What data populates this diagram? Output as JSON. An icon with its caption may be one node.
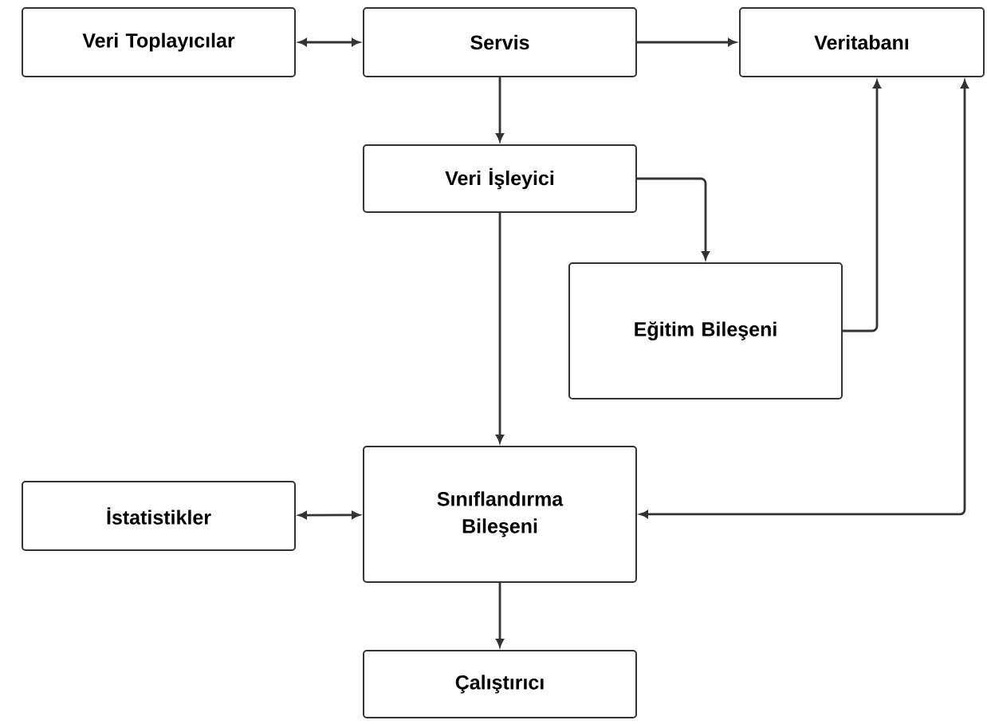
{
  "diagram": {
    "nodes": [
      {
        "text": [
          "Veri Toplayıcılar"
        ]
      },
      {
        "text": [
          "Servis"
        ]
      },
      {
        "text": [
          "Veritabanı"
        ]
      },
      {
        "text": [
          "Veri İşleyici"
        ]
      },
      {
        "text": [
          "Eğitim Bileşeni"
        ]
      },
      {
        "text": [
          "İstatistikler"
        ]
      },
      {
        "text": [
          "Sınıflandırma Bileşeni"
        ]
      },
      {
        "text": [
          "Çalıştırıcı"
        ]
      }
    ],
    "edges": [
      {
        "from": 0,
        "to": 1,
        "arrow": "both"
      },
      {
        "from": 1,
        "to": 2,
        "arrow": "to"
      },
      {
        "from": 1,
        "to": 3,
        "arrow": "to"
      },
      {
        "from": 3,
        "to": 4,
        "arrow": "to"
      },
      {
        "from": 4,
        "to": 2,
        "arrow": "to"
      },
      {
        "from": 2,
        "to": 6,
        "arrow": "both"
      },
      {
        "from": 3,
        "to": 6,
        "arrow": "to"
      },
      {
        "from": 5,
        "to": 6,
        "arrow": "both"
      },
      {
        "from": 6,
        "to": 7,
        "arrow": "to"
      }
    ]
  }
}
